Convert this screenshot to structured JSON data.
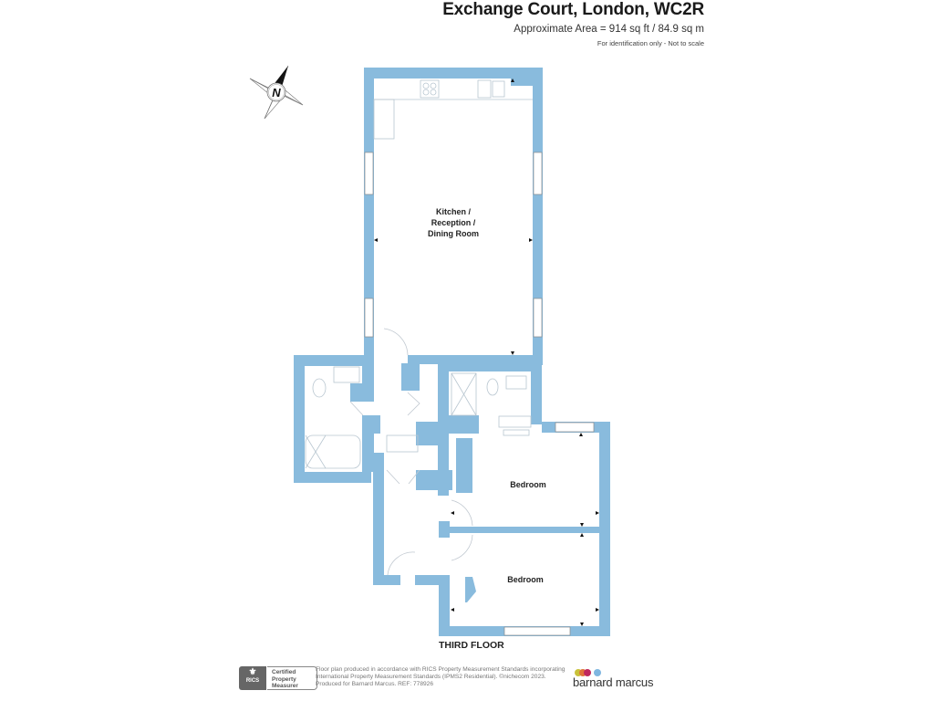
{
  "header": {
    "title": "Exchange Court, London, WC2R",
    "area": "Approximate Area = 914 sq ft / 84.9 sq m",
    "disclaimer": "For identification only - Not to scale"
  },
  "compass": {
    "icon": "north-compass-icon",
    "label": "N"
  },
  "rooms": [
    {
      "name": "kitchen-reception-dining",
      "lines": [
        "Kitchen /",
        "Reception /",
        "Dining Room"
      ]
    },
    {
      "name": "bedroom-1",
      "lines": [
        "Bedroom"
      ]
    },
    {
      "name": "bedroom-2",
      "lines": [
        "Bedroom"
      ]
    }
  ],
  "floor_label": "THIRD FLOOR",
  "colors": {
    "wall": "#89BBDD",
    "fixture_line": "#9aa8b3",
    "background": "#FFFFFF"
  },
  "footer": {
    "rics_badge": {
      "org": "RICS",
      "cert_lines": [
        "Certified",
        "Property",
        "Measurer"
      ]
    },
    "text_lines": [
      "Floor plan produced in accordance with RICS Property Measurement Standards incorporating",
      "International Property Measurement Standards (IPMS2 Residential).   ©nichecom 2023.",
      "Produced for Barnard Marcus.    REF:  778926"
    ],
    "brand": {
      "name": "barnard marcus",
      "dot_colors": [
        "#C9C23A",
        "#E0733A",
        "#C0275E",
        "#7FB6E0"
      ]
    }
  }
}
